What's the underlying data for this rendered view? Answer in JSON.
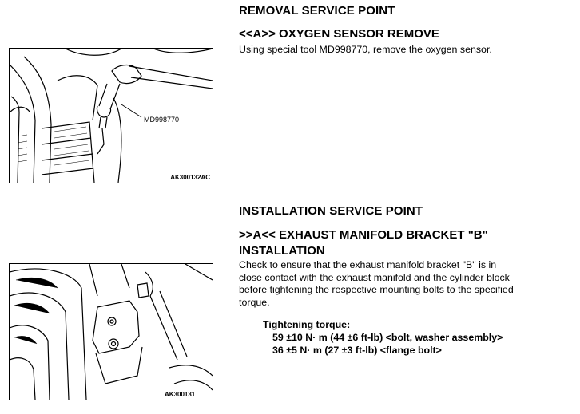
{
  "removal": {
    "heading": "REMOVAL SERVICE POINT",
    "subheading": "<<A>> OXYGEN SENSOR REMOVE",
    "text": "Using special tool MD998770, remove the oxygen sensor.",
    "figure": {
      "callout": "MD998770",
      "code": "AK300132AC"
    }
  },
  "installation": {
    "heading": "INSTALLATION SERVICE POINT",
    "subheading_line1": ">>A<< EXHAUST MANIFOLD BRACKET \"B\"",
    "subheading_line2": "INSTALLATION",
    "text_lines": [
      "Check to ensure that the exhaust manifold bracket \"B\" is in",
      "close contact with the exhaust manifold and the cylinder block",
      "before tightening the respective mounting bolts to the specified",
      "torque."
    ],
    "torque_label": "Tightening torque:",
    "torque_values": [
      "59 ±10 N· m (44 ±6 ft-lb) <bolt, washer assembly>",
      "36 ±5 N· m (27 ±3 ft-lb) <flange bolt>"
    ],
    "figure": {
      "code": "AK300131"
    }
  }
}
